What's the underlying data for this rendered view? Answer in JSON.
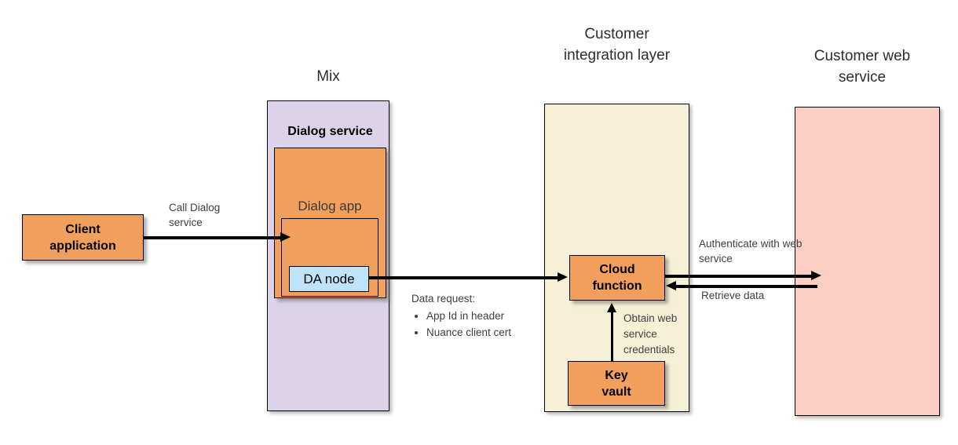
{
  "titles": {
    "mix": "Mix",
    "integration": "Customer integration layer",
    "web_service": "Customer web service"
  },
  "nodes": {
    "client_application": "Client application",
    "dialog_service": "Dialog service",
    "dialog_app": "Dialog app",
    "da_node": "DA node",
    "cloud_function": "Cloud function",
    "key_vault": "Key vault"
  },
  "annotations": {
    "call_dialog": "Call Dialog service",
    "data_request_title": "Data request:",
    "data_request_items": [
      "App Id in header",
      "Nuance client cert"
    ],
    "authenticate": "Authenticate with web service",
    "retrieve": "Retrieve data",
    "obtain": "Obtain web service credentials"
  },
  "colors": {
    "node_fill": "#F0A05C",
    "mix_fill": "#DCD3EA",
    "integration_fill": "#F6F1D6",
    "web_service_fill": "#FCCEC4",
    "da_node_fill": "#BFE3FA",
    "arrow": "#000000",
    "annotation_text": "#3F3F3F"
  }
}
